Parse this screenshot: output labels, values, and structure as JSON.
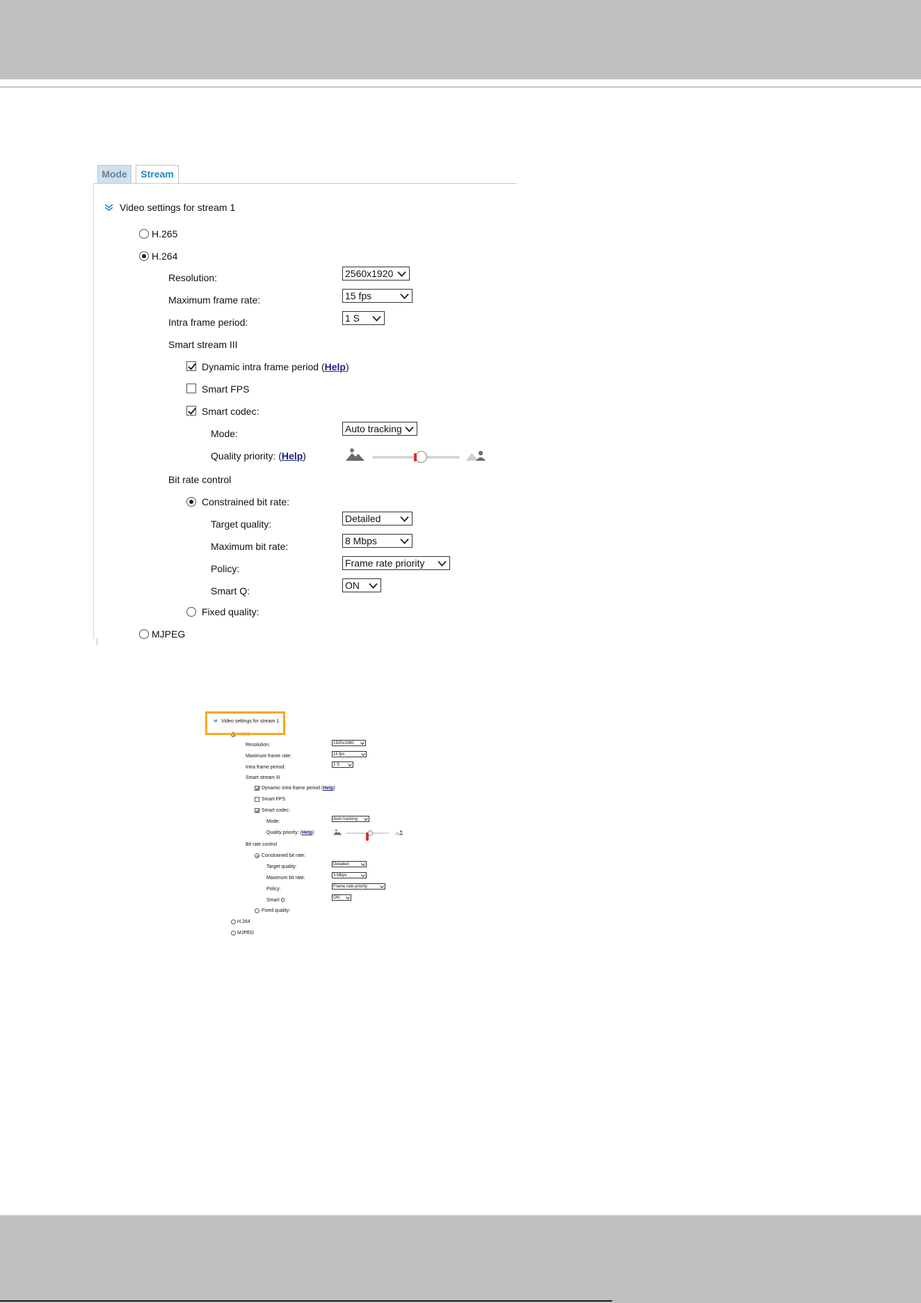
{
  "panel": {
    "tabs": [
      {
        "label": "Mode"
      },
      {
        "label": "Stream"
      }
    ],
    "section_title": "Video settings for stream 1",
    "codecs": {
      "h265": "H.265",
      "h264": "H.264",
      "mjpeg": "MJPEG"
    },
    "selected_codec": "H.264",
    "fields": {
      "resolution": {
        "label": "Resolution:",
        "value": "2560x1920"
      },
      "max_frame_rate": {
        "label": "Maximum frame rate:",
        "value": "15 fps"
      },
      "intra_frame_period": {
        "label": "Intra frame period:",
        "value": "1 S"
      }
    },
    "smart_stream": {
      "title": "Smart stream III",
      "dynamic_intra": {
        "label": "Dynamic intra frame period (",
        "help": "Help",
        "suffix": ")",
        "checked": true
      },
      "smart_fps": {
        "label": "Smart FPS",
        "checked": false
      },
      "smart_codec": {
        "label": "Smart codec:",
        "checked": true
      },
      "mode": {
        "label": "Mode:",
        "value": "Auto tracking"
      },
      "quality_priority": {
        "label": "Quality priority: (",
        "help": "Help",
        "suffix": ")",
        "level": 0.56
      }
    },
    "bit_rate": {
      "title": "Bit rate control",
      "constrained": {
        "label": "Constrained bit rate:",
        "selected": true
      },
      "target_quality": {
        "label": "Target quality:",
        "value": "Detailed"
      },
      "max_bit_rate": {
        "label": "Maximum bit rate:",
        "value": "8 Mbps"
      },
      "policy": {
        "label": "Policy:",
        "value": "Frame rate priority"
      },
      "smart_q": {
        "label": "Smart Q:",
        "value": "ON"
      },
      "fixed_quality": {
        "label": "Fixed quality:",
        "selected": false
      }
    }
  },
  "thumb": {
    "section_title": "Video settings for stream 1",
    "codecs": {
      "h265": "H.265",
      "h264": "H.264",
      "mjpeg": "MJPEG"
    },
    "selected_codec": "H.265",
    "fields": {
      "resolution": {
        "label": "Resolution:",
        "value": "1920x1080"
      },
      "max_frame_rate": {
        "label": "Maximum frame rate:",
        "value": "15 fps"
      },
      "intra_frame_period": {
        "label": "Intra frame period:",
        "value": "1 S"
      }
    },
    "smart_stream": {
      "title": "Smart stream III",
      "dynamic_intra": {
        "label": "Dynamic intra frame period (",
        "help": "Help",
        "suffix": ")"
      },
      "smart_fps": {
        "label": "Smart FPS"
      },
      "smart_codec": {
        "label": "Smart codec:"
      },
      "mode": {
        "label": "Mode:",
        "value": "Auto tracking"
      },
      "quality_priority": {
        "label": "Quality priority: (",
        "help": "Help",
        "suffix": ")",
        "level": 0.56
      }
    },
    "bit_rate": {
      "title": "Bit rate control",
      "constrained": {
        "label": "Constrained bit rate:"
      },
      "target_quality": {
        "label": "Target quality:",
        "value": "Detailed"
      },
      "max_bit_rate": {
        "label": "Maximum bit rate:",
        "value": "3 Mbps"
      },
      "policy": {
        "label": "Policy:",
        "value": "Frame rate priority"
      },
      "smart_q": {
        "label": "Smart Q:",
        "value": "ON"
      },
      "fixed_quality": {
        "label": "Fixed quality:"
      }
    }
  },
  "colors": {
    "accent": "#1c86c6",
    "tab_inactive_bg": "#cfe0ee",
    "highlight": "#f5a81f",
    "band": "#bfc0c0",
    "knob_red": "#d3322b"
  },
  "icons": {
    "expand": "double-chevron-down-icon",
    "dropdown": "chevron-down-icon",
    "quality_low": "landscape-icon",
    "quality_high": "person-landscape-icon"
  }
}
